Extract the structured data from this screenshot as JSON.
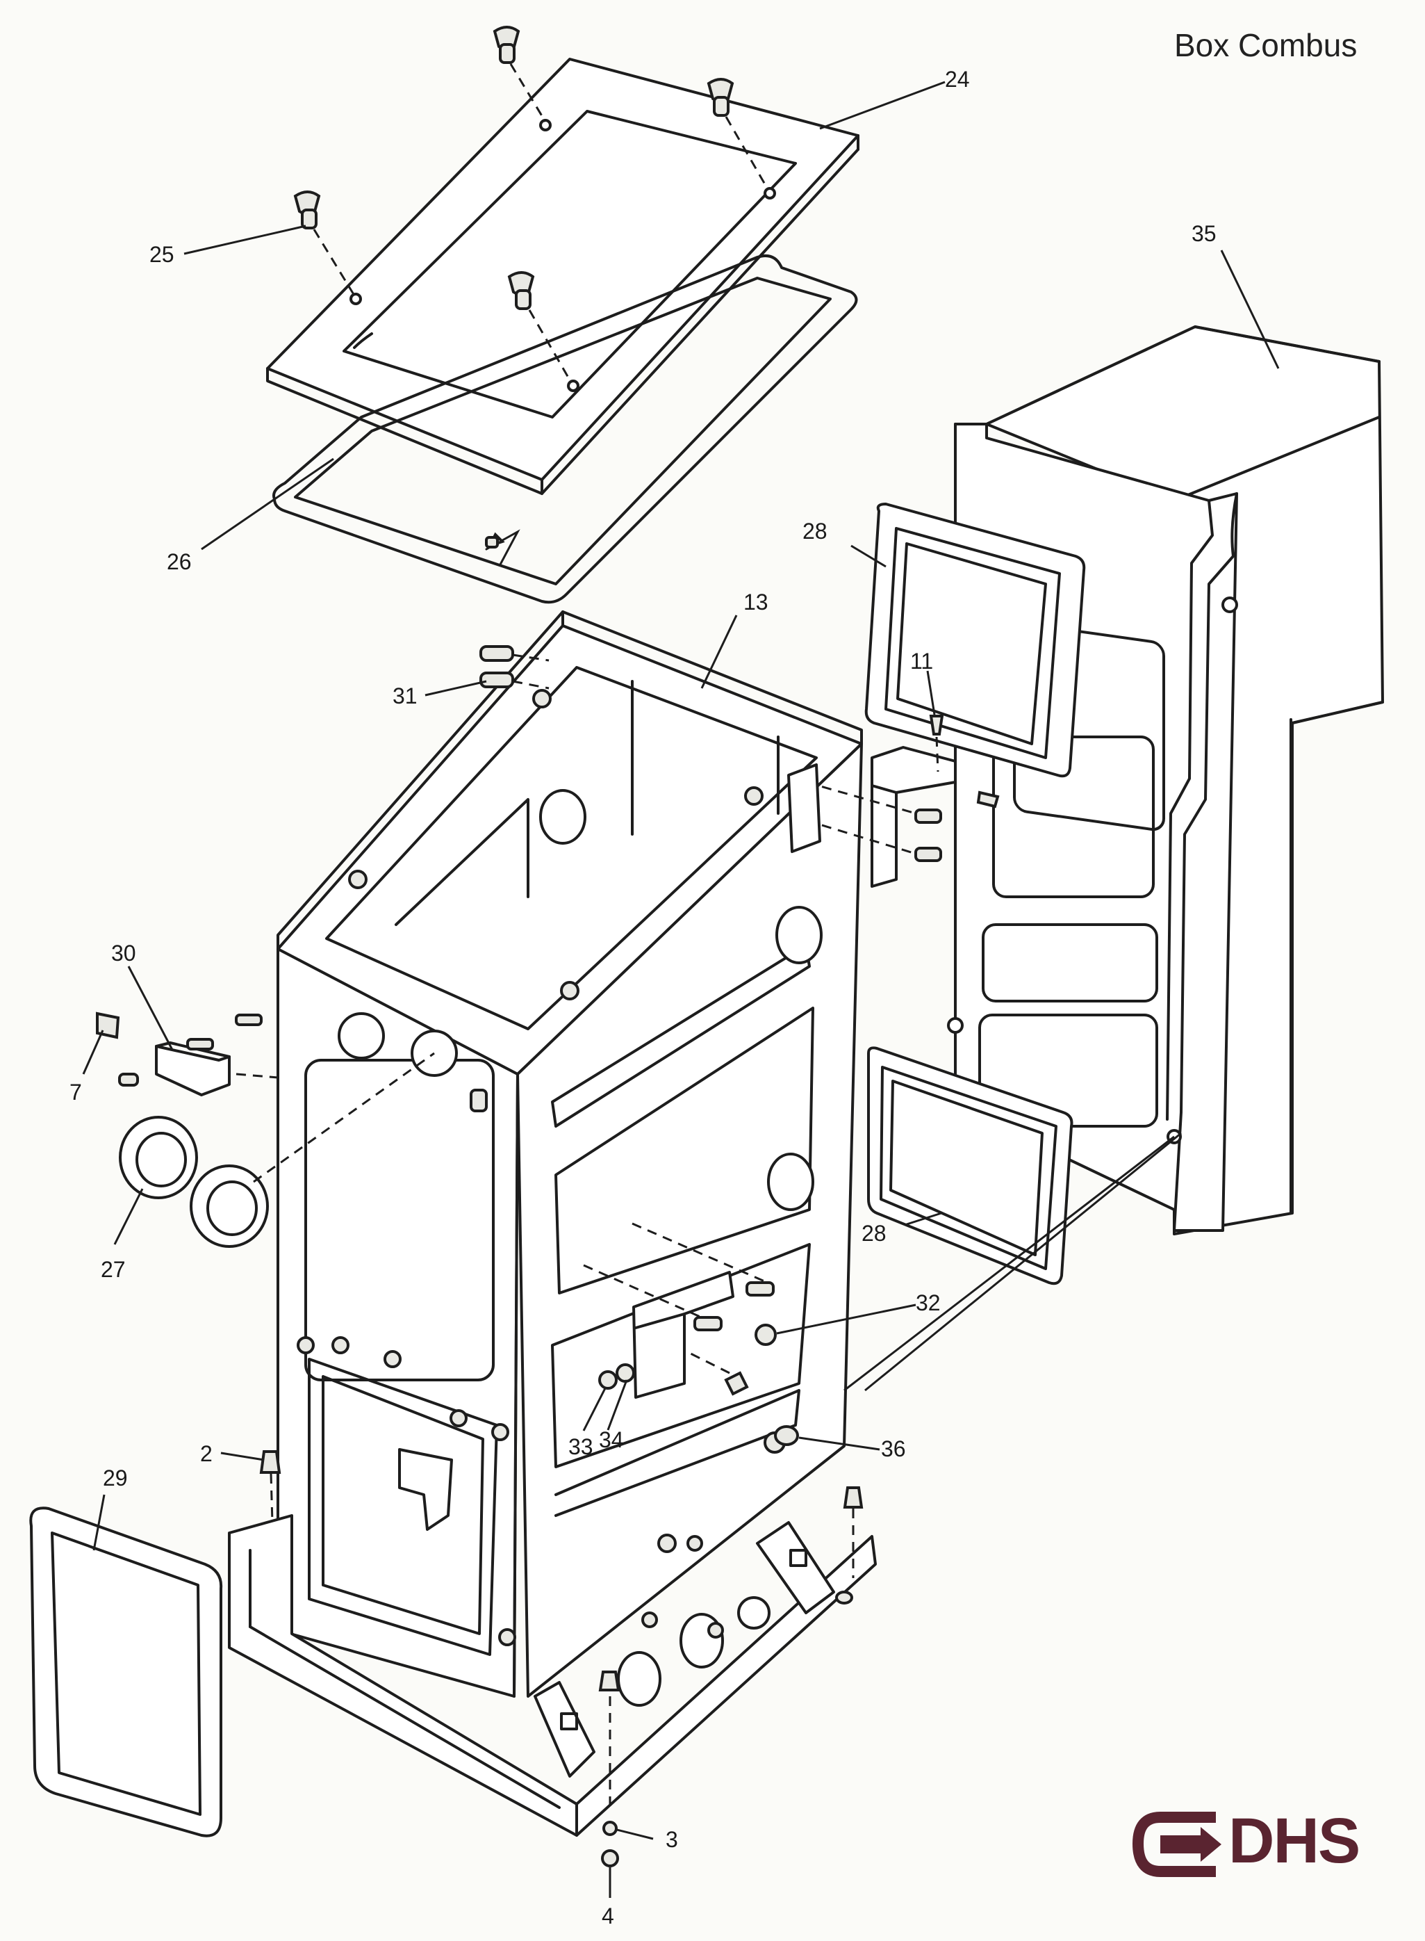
{
  "title": "Box Combus",
  "brand": {
    "name": "DHS",
    "color": "#5a2430"
  },
  "callouts": [
    {
      "id": "24",
      "text": "24"
    },
    {
      "id": "25",
      "text": "25"
    },
    {
      "id": "35",
      "text": "35"
    },
    {
      "id": "26",
      "text": "26"
    },
    {
      "id": "28a",
      "text": "28"
    },
    {
      "id": "13",
      "text": "13"
    },
    {
      "id": "11",
      "text": "11"
    },
    {
      "id": "31",
      "text": "31"
    },
    {
      "id": "30",
      "text": "30"
    },
    {
      "id": "7",
      "text": "7"
    },
    {
      "id": "27",
      "text": "27"
    },
    {
      "id": "28b",
      "text": "28"
    },
    {
      "id": "32",
      "text": "32"
    },
    {
      "id": "33",
      "text": "33"
    },
    {
      "id": "34",
      "text": "34"
    },
    {
      "id": "36",
      "text": "36"
    },
    {
      "id": "29",
      "text": "29"
    },
    {
      "id": "2",
      "text": "2"
    },
    {
      "id": "3",
      "text": "3"
    },
    {
      "id": "4",
      "text": "4"
    }
  ]
}
